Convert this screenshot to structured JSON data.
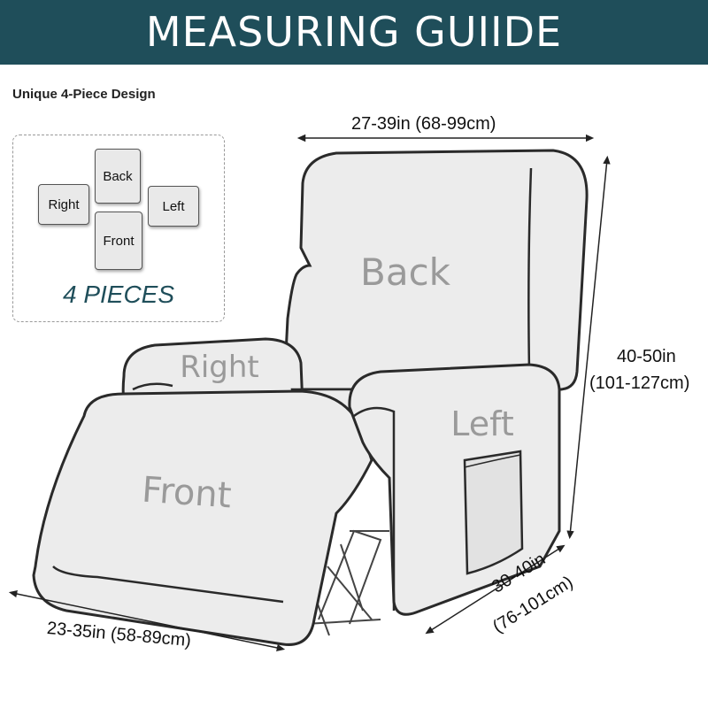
{
  "header": {
    "title": "MEASURING GUIIDE"
  },
  "subtitle": "Unique 4-Piece Design",
  "pieces_box": {
    "back": "Back",
    "right": "Right",
    "left": "Left",
    "front": "Front",
    "caption": "4 PIECES"
  },
  "chair_labels": {
    "back": "Back",
    "right": "Right",
    "left": "Left",
    "front": "Front"
  },
  "measurements": {
    "width": "27-39in (68-99cm)",
    "height_in": "40-50in",
    "height_cm": "(101-127cm)",
    "depth_in": "30-40in",
    "depth_cm": "(76-101cm)",
    "footrest": "23-35in (58-89cm)"
  },
  "colors": {
    "header_bg": "#1f4e5a",
    "accent_text": "#1f4e5a",
    "chair_fill": "#ececec",
    "chair_label": "#9a9a9a"
  }
}
